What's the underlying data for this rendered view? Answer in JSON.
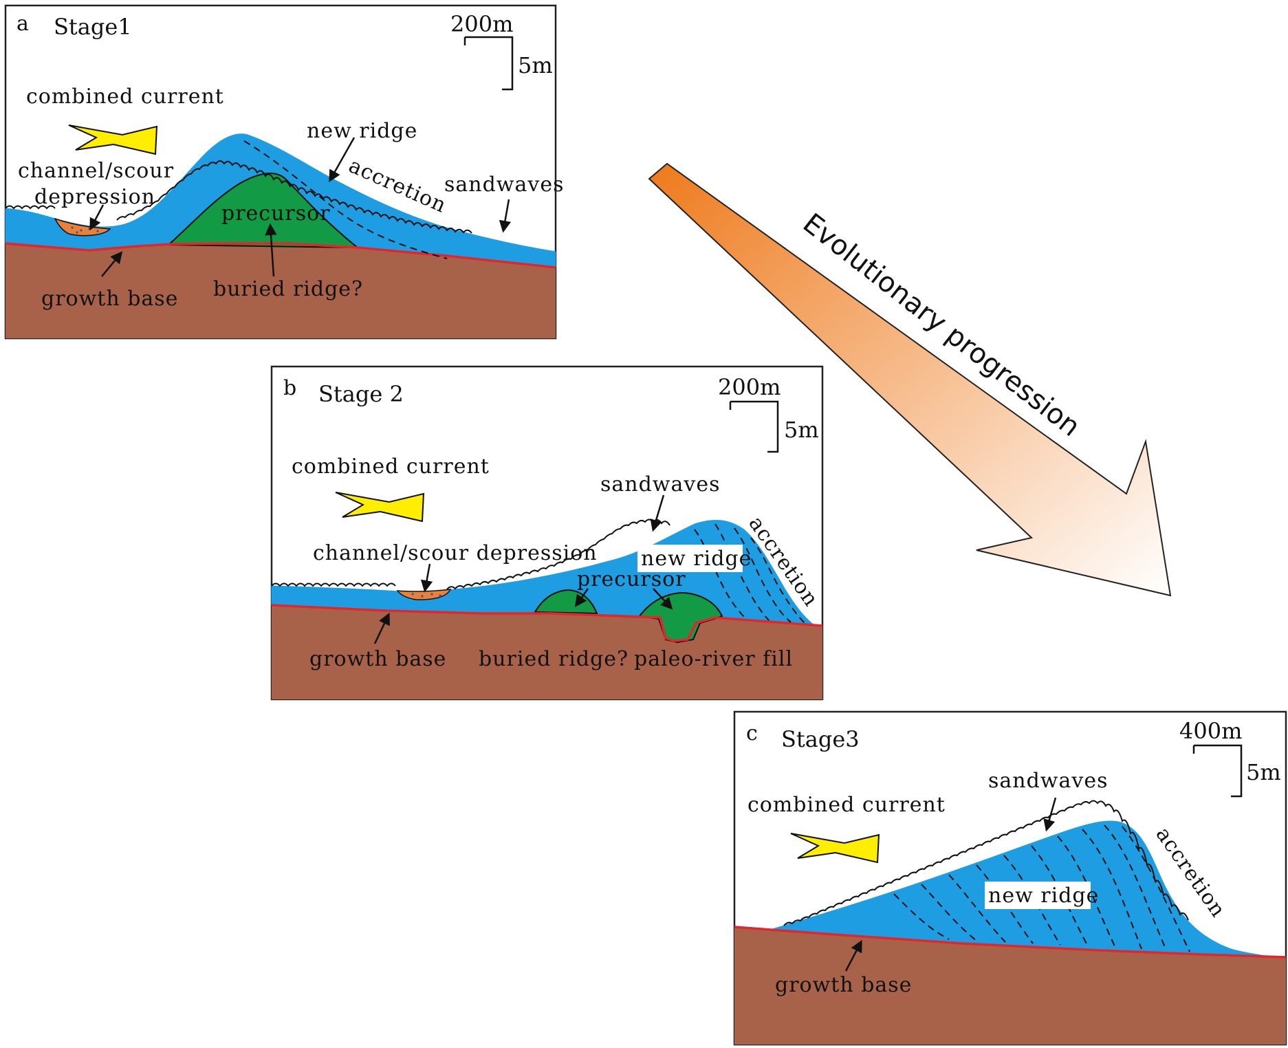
{
  "colors": {
    "ground": "#a8624a",
    "water": "#1f9de3",
    "precursor": "#129a45",
    "growth_base_line": "#e1262c",
    "current_arrow": "#ffee00",
    "scour_fill": "#e8813e",
    "progression_arrow_start": "#ee7a1c",
    "progression_arrow_end": "#ffffff"
  },
  "panel_a": {
    "tag": "a",
    "title": "Stage1",
    "scale_h": "200m",
    "scale_v": "5m",
    "combined_current": "combined current",
    "new_ridge": "new ridge",
    "accretion": "accretion",
    "sandwaves": "sandwaves",
    "channel_scour_line1": "channel/scour",
    "channel_scour_line2": "depression",
    "precursor": "precursor",
    "growth_base": "growth base",
    "buried_ridge": "buried ridge?"
  },
  "panel_b": {
    "tag": "b",
    "title": "Stage 2",
    "scale_h": "200m",
    "scale_v": "5m",
    "combined_current": "combined current",
    "sandwaves": "sandwaves",
    "accretion": "accretion",
    "channel_scour": "channel/scour depression",
    "new_ridge": "new ridge",
    "precursor": "precursor",
    "growth_base": "growth base",
    "buried_ridge": "buried ridge?",
    "paleo_river_fill": "paleo-river fill"
  },
  "panel_c": {
    "tag": "c",
    "title": "Stage3",
    "scale_h": "400m",
    "scale_v": "5m",
    "sandwaves": "sandwaves",
    "combined_current": "combined current",
    "accretion": "accretion",
    "new_ridge": "new ridge",
    "growth_base": "growth base"
  },
  "progression_label": "Evolutionary progression"
}
